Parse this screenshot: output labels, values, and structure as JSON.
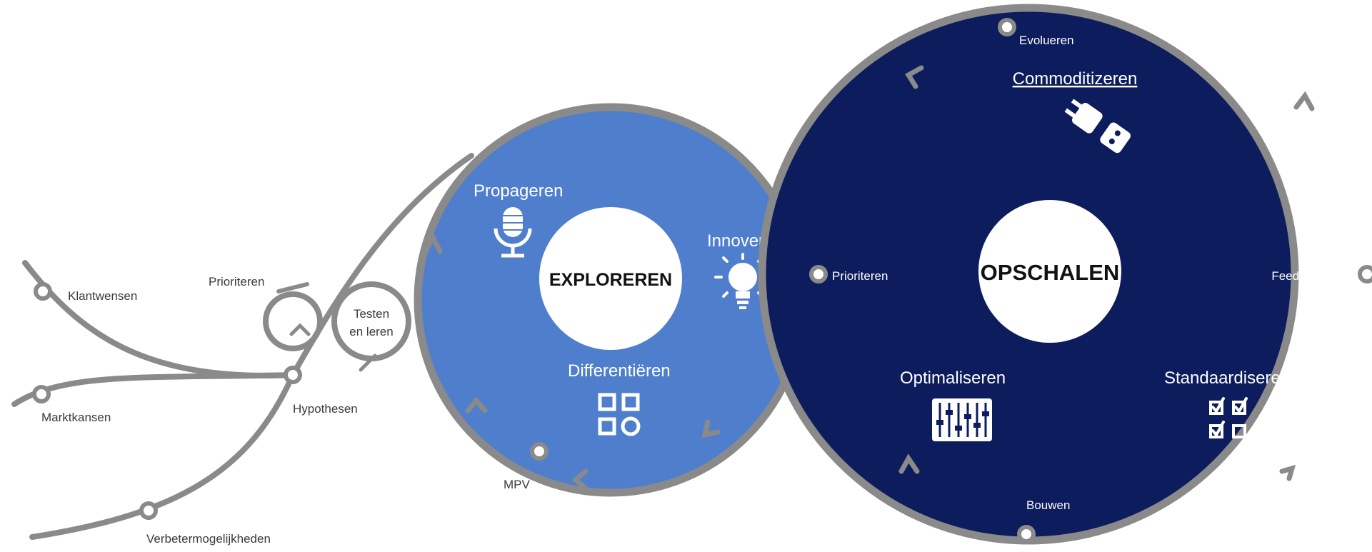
{
  "colors": {
    "track": "#8a8a8a",
    "explore_fill": "#4f7fcc",
    "scale_fill": "#0d1c5c",
    "hub_fill": "#ffffff",
    "text_dark": "#3a3a3a",
    "text_light": "#ffffff"
  },
  "left_branches": {
    "klantwensen": "Klantwensen",
    "marktkansen": "Marktkansen",
    "verbetermogelijkheden": "Verbetermogelijkheden",
    "hypothesen": "Hypothesen",
    "prioriteren": "Prioriteren",
    "testen_line1": "Testen",
    "testen_line2": "en leren"
  },
  "explore_cycle": {
    "hub_label": "EXPLOREREN",
    "propageren": "Propageren",
    "innoveren": "Innoveren",
    "differentieren": "Differentiëren",
    "mpv": "MPV",
    "icons": [
      "microphone-icon",
      "lightbulb-icon",
      "shapes-grid-icon"
    ]
  },
  "scale_cycle": {
    "hub_label": "OPSCHALEN",
    "evolueren": "Evolueren",
    "commoditizeren": "Commoditizeren",
    "prioriteren": "Prioriteren",
    "feedback": "Feedback",
    "optimaliseren": "Optimaliseren",
    "standaardiseren": "Standaardiseren",
    "bouwen": "Bouwen",
    "icons": [
      "plug-icon",
      "sliders-icon",
      "checklist-icon"
    ]
  }
}
